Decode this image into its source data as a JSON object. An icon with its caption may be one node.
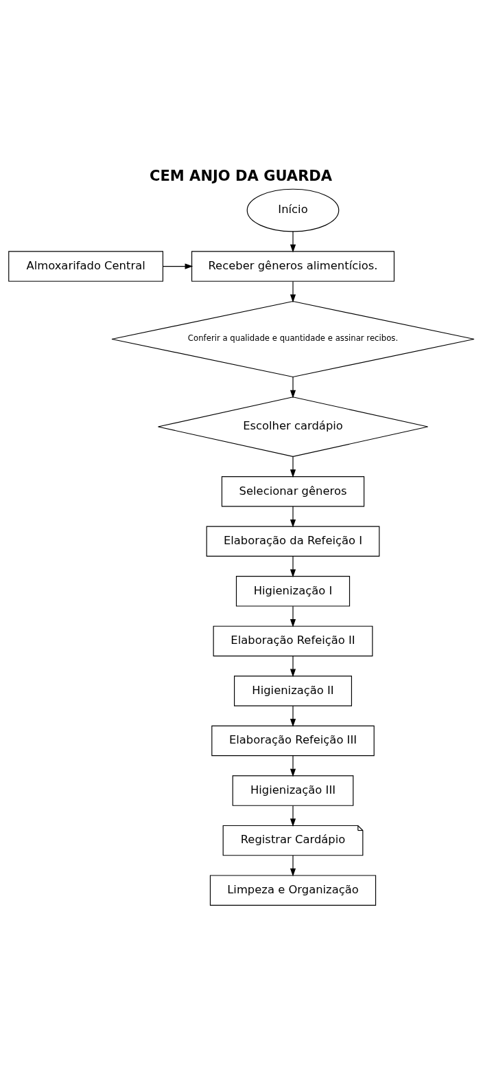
{
  "diagram": {
    "title": "CEM ANJO DA GUARDA",
    "nodes": [
      {
        "text": [
          "Início"
        ]
      },
      {
        "text": [
          "Almoxarifado Central"
        ]
      },
      {
        "text": [
          "Receber gêneros alimentícios."
        ]
      },
      {
        "text": [
          "Conferir a qualidade e quantidade e assinar recibos."
        ]
      },
      {
        "text": [
          "Escolher cardápio"
        ]
      },
      {
        "text": [
          "Selecionar gêneros"
        ]
      },
      {
        "text": [
          "Elaboração da Refeição I"
        ]
      },
      {
        "text": [
          "Higienização I"
        ]
      },
      {
        "text": [
          "Elaboração Refeição II"
        ]
      },
      {
        "text": [
          "Higienização II"
        ]
      },
      {
        "text": [
          "Elaboração Refeição III"
        ]
      },
      {
        "text": [
          "Higienização III"
        ]
      },
      {
        "text": [
          "Registrar Cardápio"
        ]
      },
      {
        "text": [
          "Limpeza e Organização"
        ]
      }
    ],
    "edges": [
      {
        "from": 0,
        "to": 2,
        "arrow": "to"
      },
      {
        "from": 1,
        "to": 2,
        "arrow": "to"
      },
      {
        "from": 2,
        "to": 3,
        "arrow": "to"
      },
      {
        "from": 3,
        "to": 4,
        "arrow": "to"
      },
      {
        "from": 4,
        "to": 5,
        "arrow": "to"
      },
      {
        "from": 5,
        "to": 6,
        "arrow": "to"
      },
      {
        "from": 6,
        "to": 7,
        "arrow": "to"
      },
      {
        "from": 7,
        "to": 8,
        "arrow": "to"
      },
      {
        "from": 8,
        "to": 9,
        "arrow": "to"
      },
      {
        "from": 9,
        "to": 10,
        "arrow": "to"
      },
      {
        "from": 10,
        "to": 11,
        "arrow": "to"
      },
      {
        "from": 11,
        "to": 12,
        "arrow": "to"
      },
      {
        "from": 12,
        "to": 13,
        "arrow": "to"
      }
    ]
  }
}
